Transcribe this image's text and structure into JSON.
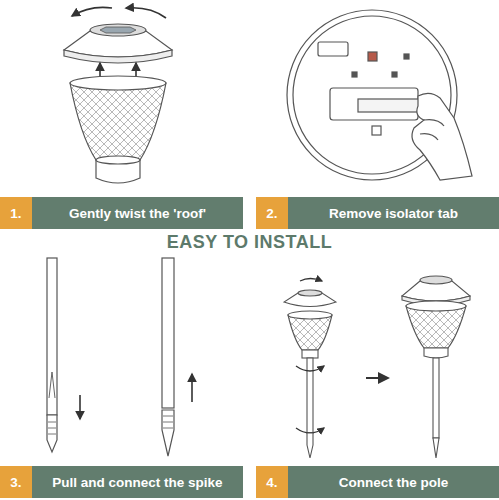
{
  "diagram": {
    "title": "EASY TO INSTALL",
    "nodes": [
      {
        "text": [
          "Gently twist the 'roof'"
        ]
      },
      {
        "text": [
          "1."
        ],
        "in": 0
      },
      {
        "text": [
          "Remove isolator tab"
        ]
      },
      {
        "text": [
          "2."
        ],
        "in": 2
      },
      {
        "text": [
          "Pull and connect the spike"
        ]
      },
      {
        "text": [
          "3."
        ],
        "in": 4
      },
      {
        "text": [
          "Connect the pole"
        ]
      },
      {
        "text": [
          "4."
        ],
        "in": 6
      }
    ]
  }
}
